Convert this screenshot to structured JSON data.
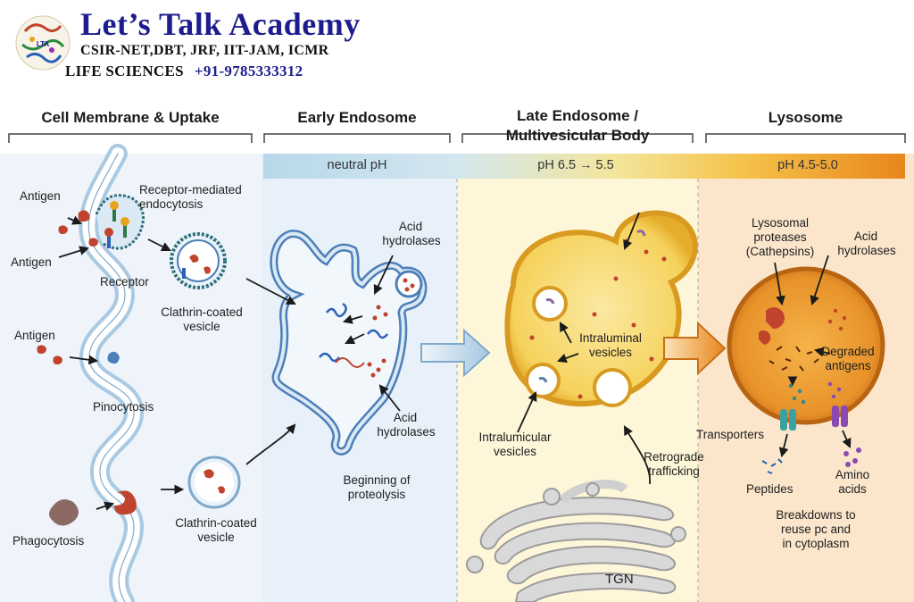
{
  "header": {
    "title": "Let’s Talk Academy",
    "exams": "CSIR-NET,DBT, JRF, IIT-JAM, ICMR",
    "subject": "LIFE SCIENCES",
    "phone": "+91-9785333312"
  },
  "sections": {
    "uptake": "Cell Membrane & Uptake",
    "early": "Early Endosome",
    "late_line1": "Late Endosome /",
    "late_line2": "Multivesicular Body",
    "lysosome": "Lysosome"
  },
  "ph_bar": {
    "neutral": "neutral pH",
    "late": "pH 6.5 → 5.5",
    "lysosome": "pH 4.5-5.0"
  },
  "labels": {
    "antigen": "Antigen",
    "receptor_mediated_1": "Receptor-mediated",
    "receptor_mediated_2": "endocytosis",
    "receptor": "Receptor",
    "clathrin_1": "Clathrin-coated",
    "clathrin_2": "vesicle",
    "pinocytosis": "Pinocytosis",
    "phagocytosis": "Phagocytosis",
    "acid_1": "Acid",
    "acid_2": "hydrolases",
    "beginning_1": "Beginning of",
    "beginning_2": "proteolysis",
    "intraluminal_1": "Intraluminal",
    "intraluminal_2": "vesicles",
    "intraluminal_b1": "Intralumicular",
    "intraluminal_b2": "vesicles",
    "retrograde_1": "Retrograde",
    "retrograde_2": "trafficking",
    "tgn": "TGN",
    "proteases_1": "Lysosomal",
    "proteases_2": "proteases",
    "proteases_3": "(Cathepsins)",
    "degraded_1": "Degraded",
    "degraded_2": "antigens",
    "transporters": "Transporters",
    "peptides": "Peptides",
    "amino_1": "Amino",
    "amino_2": "acids",
    "breakdown_1": "Breakdowns to",
    "breakdown_2": "reuse pc and",
    "breakdown_3": "in cytoplasm"
  },
  "colors": {
    "brand_blue": "#1d1d8f",
    "bg_blue": "#e8f1f9",
    "bg_yellow": "#fdf6d8",
    "bg_orange": "#fbe6cc",
    "membrane": "#a9c9e3",
    "lysosome": "#e89a2c",
    "late_endosome": "#f4c842",
    "antigen_red": "#c0432d"
  }
}
